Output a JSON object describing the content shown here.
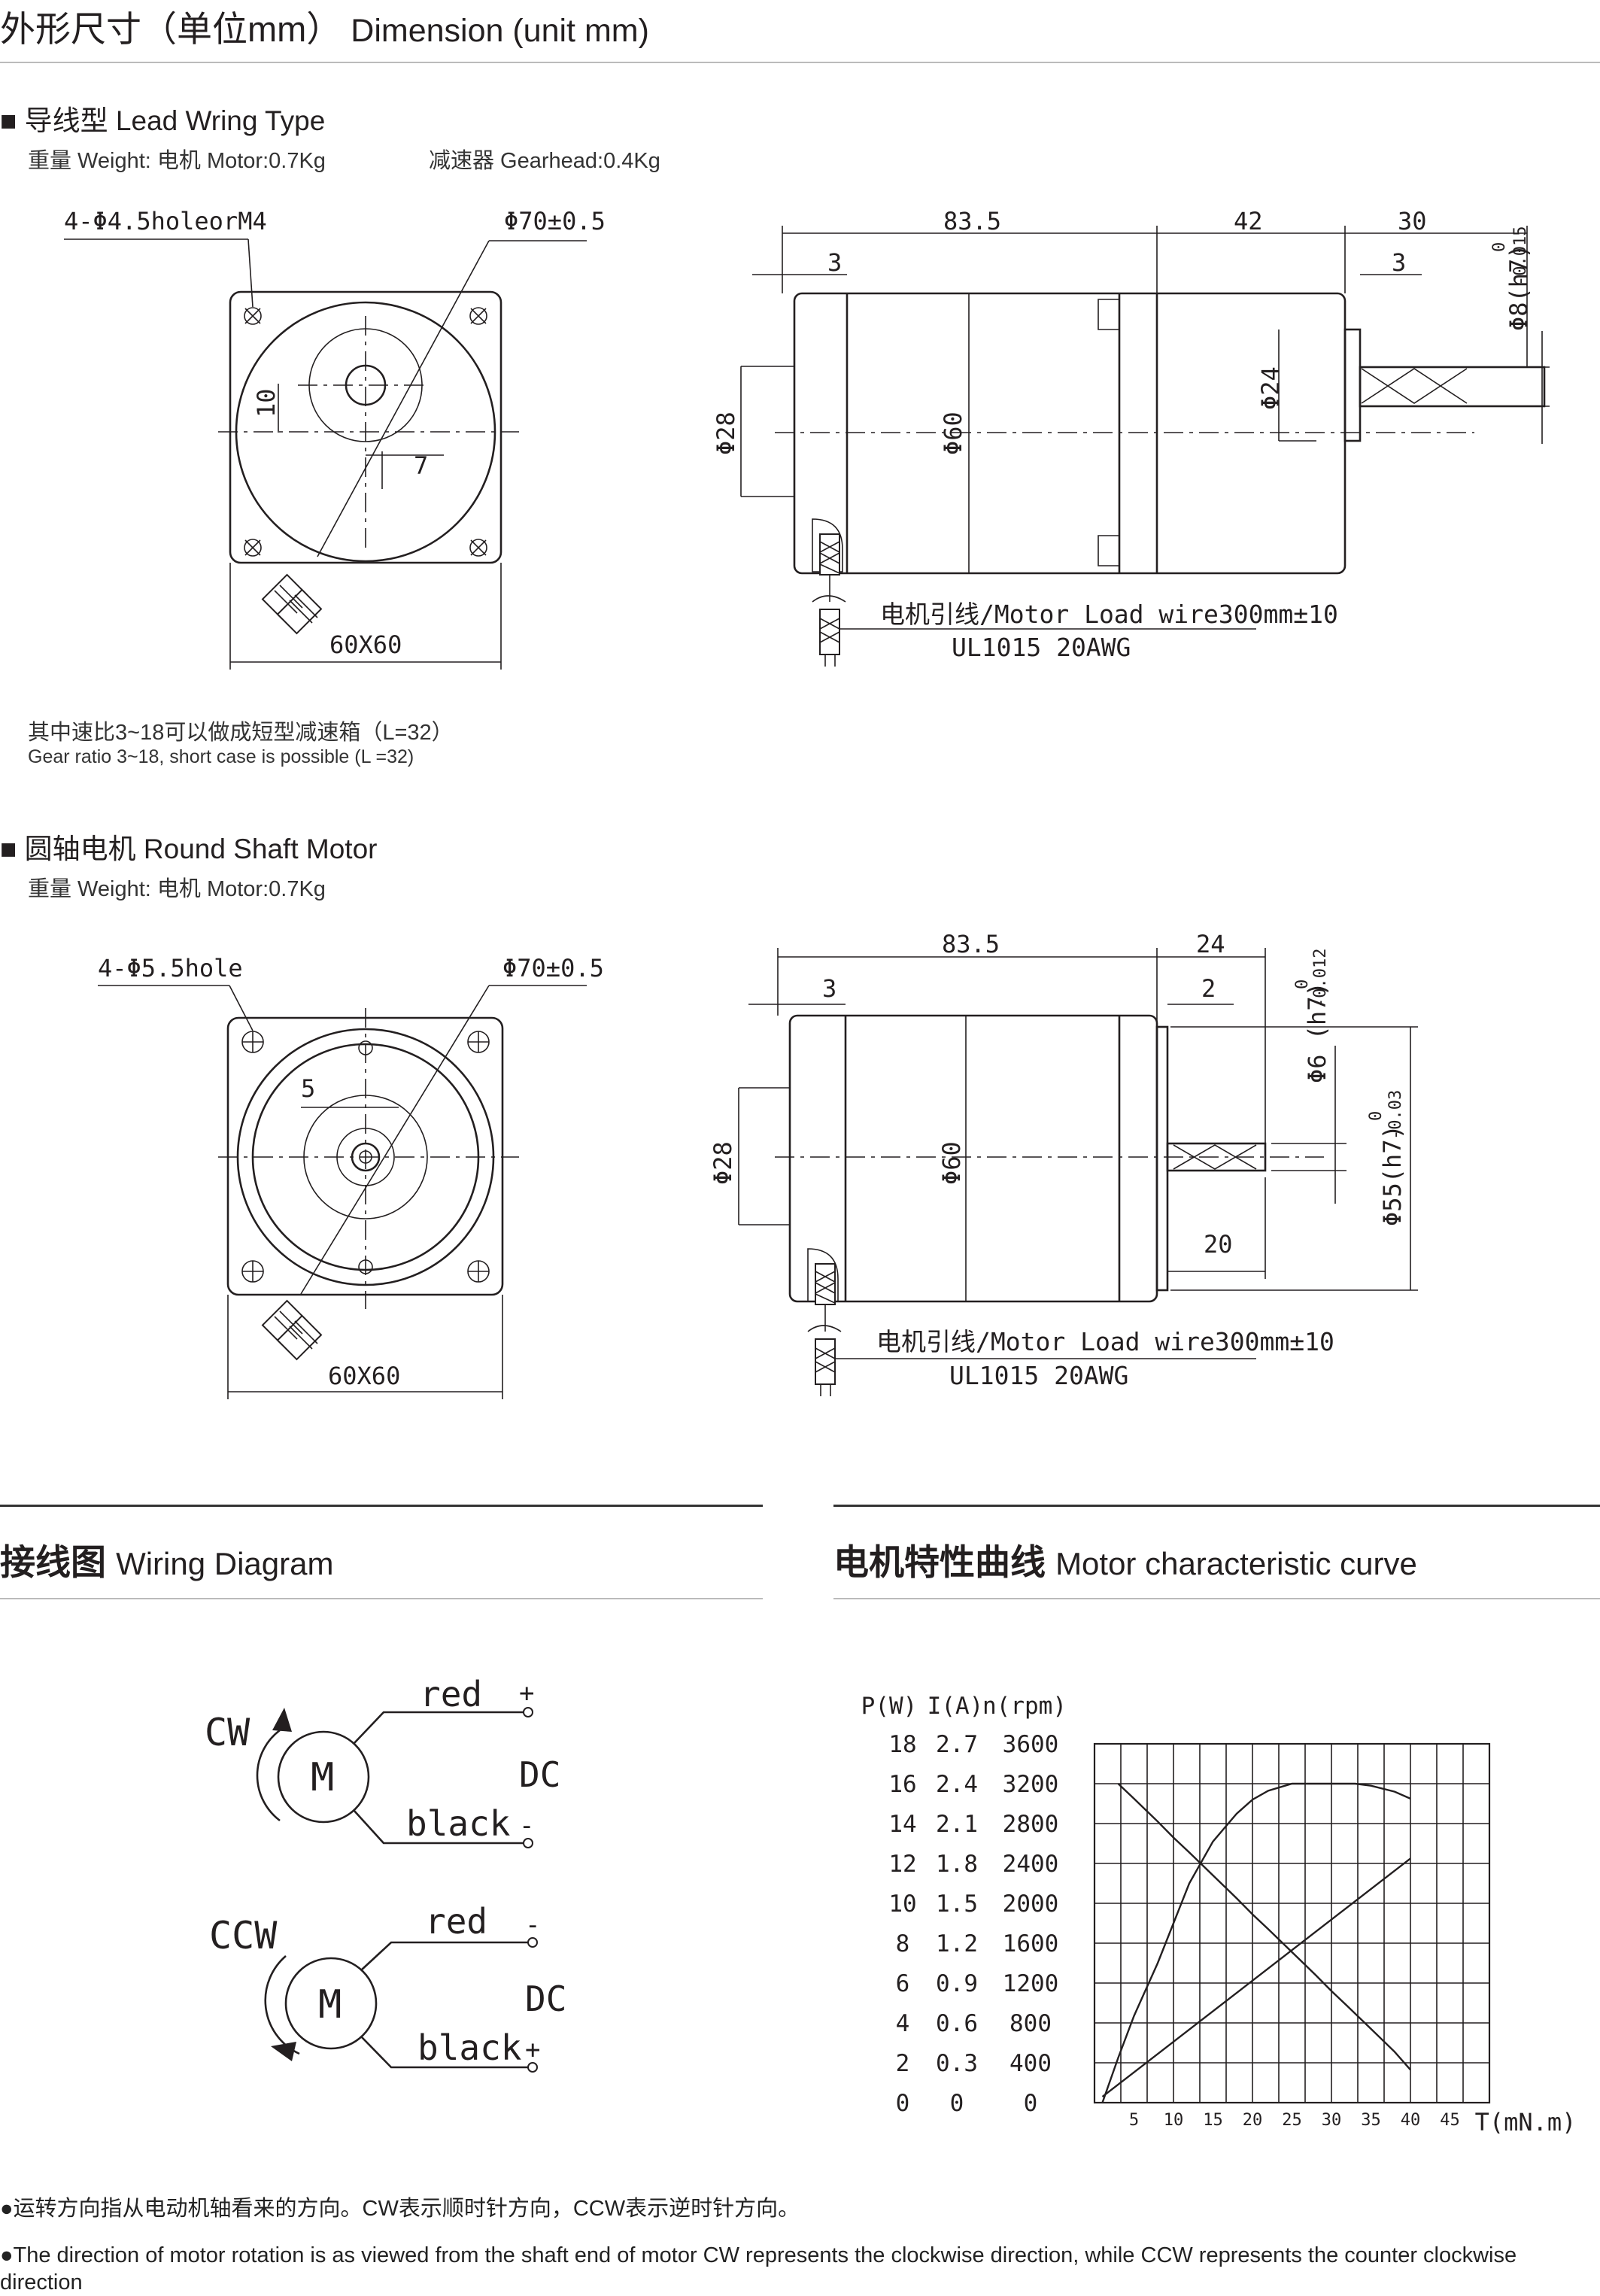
{
  "header": {
    "title_cn": "外形尺寸（单位mm）",
    "title_en": "Dimension (unit mm)"
  },
  "lead": {
    "heading": "■ 导线型 Lead Wring Type",
    "weight_motor": "重量 Weight:  电机 Motor:0.7Kg",
    "weight_gear": "减速器 Gearhead:0.4Kg",
    "front": {
      "holes": "4-Φ4.5holeorM4",
      "pcd": "Φ70±0.5",
      "d10": "10",
      "d7": "7",
      "size": "60X60"
    },
    "side": {
      "l1": "83.5",
      "l2": "42",
      "l3": "30",
      "s1": "3",
      "s2": "3",
      "d28": "Φ28",
      "d60": "Φ60",
      "d24": "Φ24",
      "shaft": "Φ8(h7)",
      "tol_hi": "0",
      "tol_lo": "-0.015"
    },
    "wire1": "电机引线/Motor Load wire300mm±10",
    "wire2": "UL1015 20AWG",
    "note_cn": "其中速比3~18可以做成短型减速箱（L=32）",
    "note_en": "Gear ratio 3~18, short case is possible (L =32)"
  },
  "round": {
    "heading": "■ 圆轴电机 Round Shaft Motor",
    "weight_motor": "重量 Weight:  电机 Motor:0.7Kg",
    "front": {
      "holes": "4-Φ5.5hole",
      "pcd": "Φ70±0.5",
      "d5": "5",
      "size": "60X60"
    },
    "side": {
      "l1": "83.5",
      "l2": "24",
      "s1": "3",
      "s2": "2",
      "d28": "Φ28",
      "d60": "Φ60",
      "shaft": "Φ6 (h7)",
      "tol_hi": "0",
      "tol_lo": "-0.012",
      "pilot": "Φ55(h7)",
      "ptol_hi": "0",
      "ptol_lo": "-0.03",
      "l20": "20"
    },
    "wire1": "电机引线/Motor Load wire300mm±10",
    "wire2": "UL1015 20AWG"
  },
  "wiring": {
    "title_cn": "接线图",
    "title_en": "Wiring Diagram",
    "cw": {
      "dir": "CW",
      "motor": "M",
      "top": "red",
      "top_sign": "+",
      "bottom": "black",
      "bottom_sign": "-",
      "supply": "DC"
    },
    "ccw": {
      "dir": "CCW",
      "motor": "M",
      "top": "red",
      "top_sign": "-",
      "bottom": "black",
      "bottom_sign": "+",
      "supply": "DC"
    }
  },
  "curve": {
    "title_cn": "电机特性曲线",
    "title_en": "Motor characteristic curve"
  },
  "chart_data": {
    "type": "line",
    "title": "",
    "xlabel": "T(mN.m)",
    "x_ticks": [
      5,
      10,
      15,
      20,
      25,
      30,
      35,
      40,
      45
    ],
    "xlim": [
      0,
      50
    ],
    "axis_headers": [
      "P(W)",
      "I(A)",
      "n(rpm)"
    ],
    "p_ticks": [
      0,
      2,
      4,
      6,
      8,
      10,
      12,
      14,
      16,
      18
    ],
    "i_ticks": [
      0,
      0,
      0.3,
      0.6,
      0.9,
      1.2,
      1.5,
      1.8,
      2.1,
      2.4,
      2.7
    ],
    "n_ticks": [
      0,
      400,
      800,
      1200,
      1600,
      2000,
      2400,
      2800,
      3200,
      3600
    ],
    "ylim": [
      0,
      3600
    ],
    "grid": true,
    "series": [
      {
        "x": [
          3,
          5,
          8,
          10,
          12,
          15,
          18,
          20,
          22,
          25,
          28,
          30,
          32,
          35,
          38,
          40
        ],
        "values": [
          3200,
          3050,
          2820,
          2660,
          2510,
          2280,
          2050,
          1890,
          1740,
          1510,
          1280,
          1120,
          970,
          740,
          510,
          330
        ]
      },
      {
        "x": [
          1,
          40
        ],
        "values": [
          60,
          2450
        ]
      },
      {
        "x": [
          1,
          3,
          5,
          8,
          10,
          12,
          15,
          18,
          20,
          22,
          25,
          28,
          30,
          33,
          35,
          38,
          40
        ],
        "values": [
          0,
          450,
          870,
          1400,
          1800,
          2200,
          2620,
          2900,
          3040,
          3130,
          3200,
          3200,
          3200,
          3200,
          3180,
          3120,
          3050
        ]
      }
    ]
  },
  "footnotes": {
    "cn": "●运转方向指从电动机轴看来的方向。CW表示顺时针方向，CCW表示逆时针方向。",
    "en": "●The direction of motor rotation is as viewed from the shaft end of motor CW represents the clockwise direction, while CCW represents the counter clockwise direction"
  }
}
